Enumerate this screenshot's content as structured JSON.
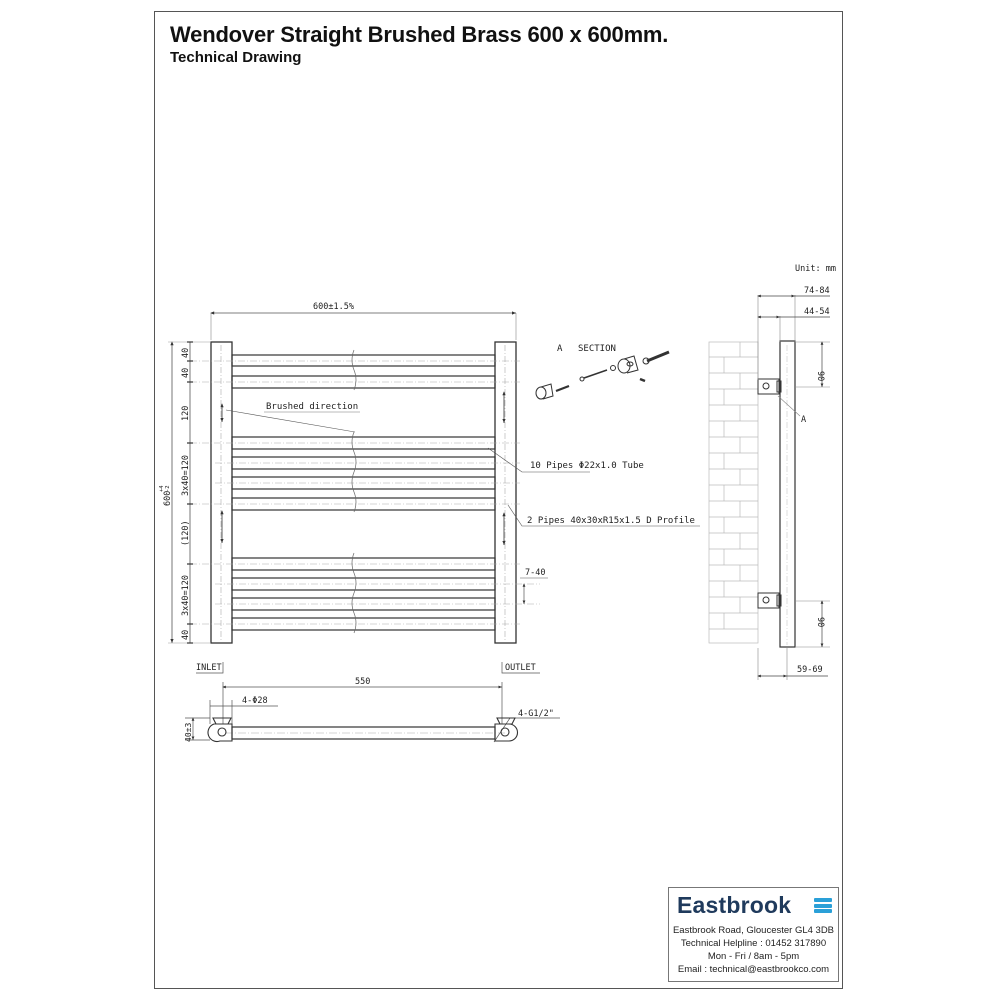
{
  "header": {
    "title": "Wendover Straight Brushed Brass 600 x 600mm.",
    "subtitle": "Technical Drawing"
  },
  "front_view": {
    "width_dim": "600±1.5%",
    "height_dim": "600",
    "height_tol_upper": "+4",
    "height_tol_lower": "-2",
    "left_dims": [
      "40",
      "40",
      "120",
      "3x40=120",
      "(120)",
      "3x40=120",
      "40"
    ],
    "brushed_label": "Brushed direction",
    "tube_label": "10 Pipes Φ22x1.0 Tube",
    "profile_label": "2 Pipes 40x30xR15x1.5 D Profile",
    "spacing_label": "7-40"
  },
  "section": {
    "label_a": "A",
    "label_section": "SECTION"
  },
  "side_view": {
    "unit": "Unit: mm",
    "dim_total_depth": "74-84",
    "dim_wall_gap": "44-54",
    "dim_top_bracket": "90",
    "dim_bottom_bracket": "90",
    "dim_bottom_depth": "59-69",
    "callout": "A"
  },
  "bottom_view": {
    "inlet": "INLET",
    "outlet": "OUTLET",
    "centers": "550",
    "diameter": "4-Φ28",
    "thread": "4-G1/2\"",
    "depth": "40±3"
  },
  "company": {
    "name": "Eastbrook",
    "brand_color": "#1f3a5c",
    "icon_color": "#2aa0d8",
    "icon": "waves-icon",
    "address": "Eastbrook Road, Gloucester GL4 3DB",
    "helpline": "Technical Helpline : 01452 317890",
    "hours": "Mon - Fri / 8am - 5pm",
    "email": "Email : technical@eastbrookco.com"
  }
}
